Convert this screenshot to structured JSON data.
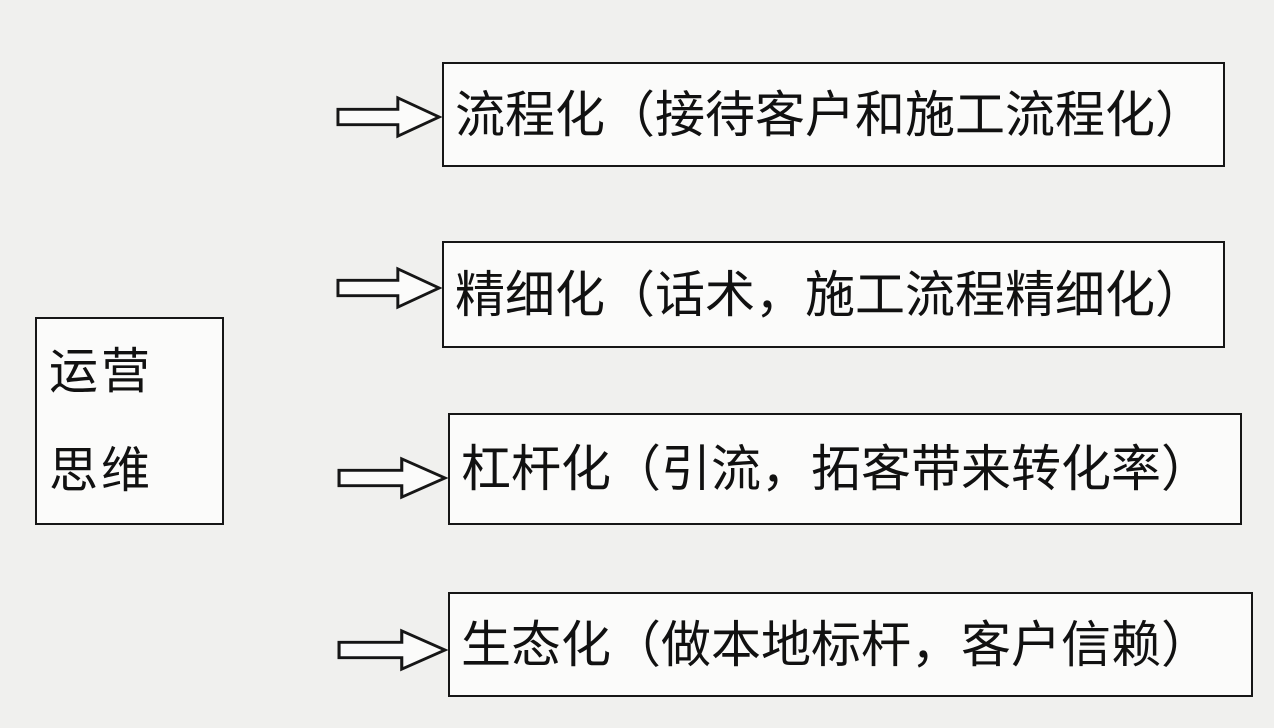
{
  "diagram": {
    "background_color": "#f0f0ee",
    "box_fill_color": "#fbfbfa",
    "border_color": "#161616",
    "text_color": "#111111",
    "root": {
      "lines": [
        "运营",
        "思维"
      ]
    },
    "branches": [
      {
        "label": "流程化（接待客户和施工流程化）"
      },
      {
        "label": "精细化（话术，施工流程精细化）"
      },
      {
        "label": "杠杆化（引流，拓客带来转化率）"
      },
      {
        "label": "生态化（做本地标杆，客户信赖）"
      }
    ]
  }
}
